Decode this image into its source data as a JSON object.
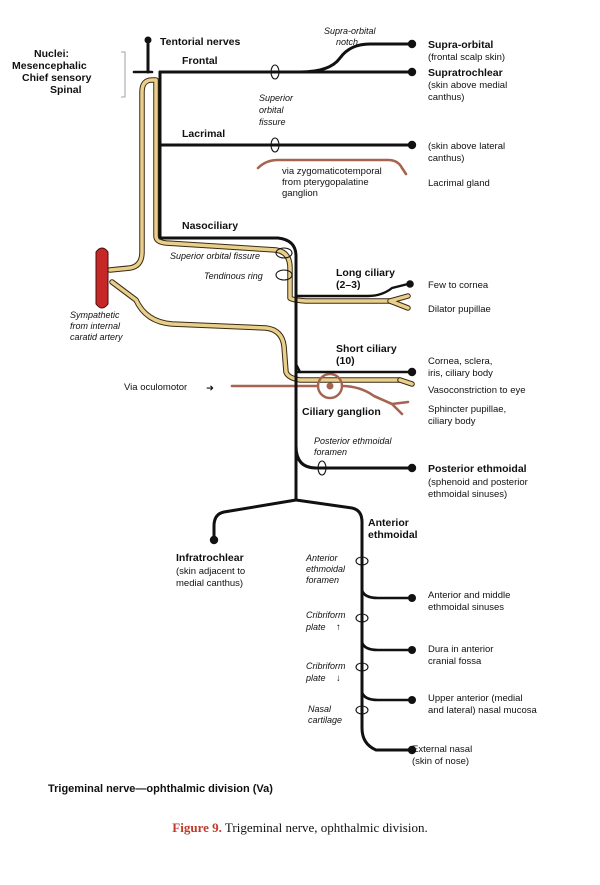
{
  "nuclei": {
    "title": "Nuclei:",
    "lines": [
      "Mesencephalic",
      "Chief sensory",
      "Spinal"
    ]
  },
  "labels": {
    "tentorial": "Tentorial nerves",
    "frontal": "Frontal",
    "lacrimal": "Lacrimal",
    "nasociliary": "Nasociliary",
    "long_ciliary": [
      "Long ciliary",
      "(2–3)"
    ],
    "short_ciliary": [
      "Short ciliary",
      "(10)"
    ],
    "ciliary_ganglion": "Ciliary ganglion",
    "infratrochlear": "Infratrochlear",
    "infratrochlear_desc": [
      "(skin adjacent to",
      "medial canthus)"
    ],
    "anterior_ethmoidal": [
      "Anterior",
      "ethmoidal"
    ],
    "via_oculomotor": "Via oculomotor",
    "sympathetic": [
      "Sympathetic",
      "from internal",
      "caratid artery"
    ],
    "via_zygomatic": [
      "via zygomaticotemporal",
      "from pterygopalatine",
      "ganglion"
    ]
  },
  "passages": {
    "supra_orbital_notch": [
      "Supra-orbital",
      "notch"
    ],
    "superior_orbital_fissure": [
      "Superior",
      "orbital",
      "fissure"
    ],
    "sof_inline": "Superior orbital fissure",
    "tendinous_ring": "Tendinous ring",
    "posterior_ethmoidal_foramen": [
      "Posterior ethmoidal",
      "foramen"
    ],
    "anterior_ethmoidal_foramen": [
      "Anterior",
      "ethmoidal",
      "foramen"
    ],
    "cribriform_up": [
      "Cribriform",
      "plate"
    ],
    "cribriform_down": [
      "Cribriform",
      "plate"
    ],
    "nasal_cartilage": [
      "Nasal",
      "cartilage"
    ]
  },
  "targets": {
    "supra_orbital": {
      "name": "Supra-orbital",
      "desc": [
        "(frontal scalp skin)"
      ]
    },
    "supratrochlear": {
      "name": "Supratrochlear",
      "desc": [
        "(skin above medial",
        "canthus)"
      ]
    },
    "lacrimal_skin": {
      "desc": [
        "(skin above lateral",
        "canthus)"
      ]
    },
    "lacrimal_gland": {
      "desc": [
        "Lacrimal gland"
      ]
    },
    "few_to_cornea": {
      "desc": [
        "Few to cornea"
      ]
    },
    "dilator": {
      "desc": [
        "Dilator pupillae"
      ]
    },
    "cornea": {
      "desc": [
        "Cornea, sclera,",
        "iris, ciliary body"
      ]
    },
    "vasoconstriction": {
      "desc": [
        "Vasoconstriction to eye"
      ]
    },
    "sphincter": {
      "desc": [
        "Sphincter pupillae,",
        "ciliary body"
      ]
    },
    "posterior_ethmoidal": {
      "name": "Posterior ethmoidal",
      "desc": [
        "(sphenoid and posterior",
        "ethmoidal sinuses)"
      ]
    },
    "ant_mid_ethmoidal": {
      "desc": [
        "Anterior and middle",
        "ethmoidal sinuses"
      ]
    },
    "dura": {
      "desc": [
        "Dura in anterior",
        "cranial fossa"
      ]
    },
    "nasal_mucosa": {
      "desc": [
        "Upper anterior (medial",
        "and lateral) nasal mucosa"
      ]
    },
    "external_nasal": {
      "desc": [
        "External nasal",
        "(skin of nose)"
      ]
    }
  },
  "diagram_title": "Trigeminal nerve—ophthalmic division (Va)",
  "caption": {
    "label": "Figure 9.",
    "text": " Trigeminal nerve, ophthalmic division."
  },
  "colors": {
    "nerve": "#111111",
    "sympathetic_fill": "#e9cf8c",
    "parasympathetic": "#a66350",
    "artery": "#c62828",
    "caption_label": "#c0392b"
  },
  "symbols": {
    "up_arrow": "↑",
    "down_arrow": "↓",
    "right_arrow": "➜"
  }
}
